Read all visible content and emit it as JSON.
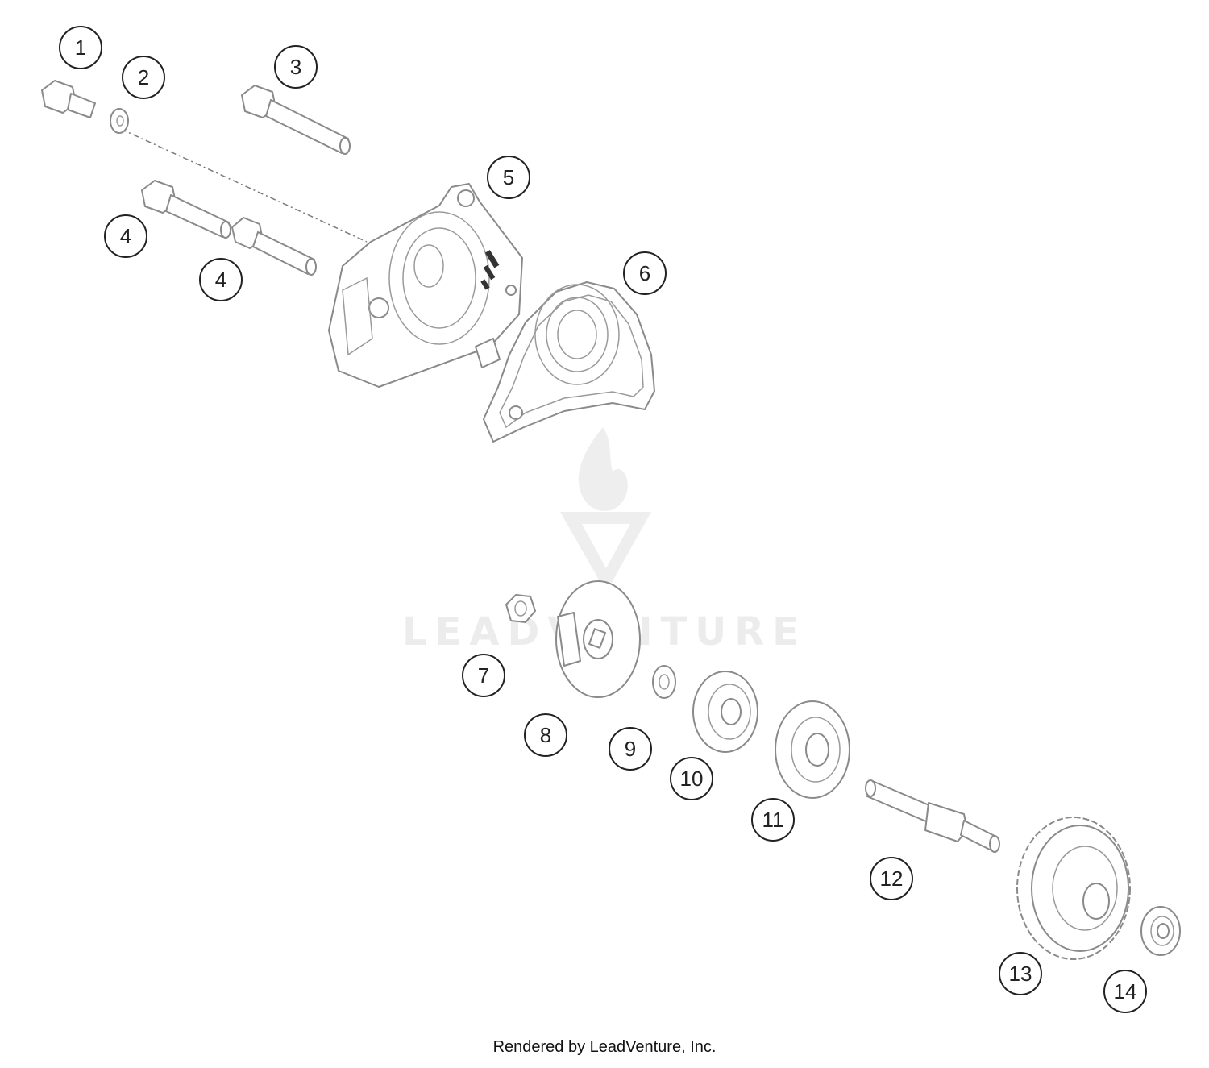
{
  "diagram": {
    "callouts": [
      {
        "label": "1"
      },
      {
        "label": "2"
      },
      {
        "label": "3"
      },
      {
        "label": "4"
      },
      {
        "label": "4"
      },
      {
        "label": "5"
      },
      {
        "label": "6"
      },
      {
        "label": "7"
      },
      {
        "label": "8"
      },
      {
        "label": "9"
      },
      {
        "label": "10"
      },
      {
        "label": "11"
      },
      {
        "label": "12"
      },
      {
        "label": "13"
      },
      {
        "label": "14"
      }
    ]
  },
  "watermark": {
    "text": "LEADVENTURE"
  },
  "footer": {
    "text": "Rendered by LeadVenture, Inc."
  },
  "colors": {
    "line": "#8a8a8a",
    "callout": "#222222",
    "watermark": "#ececec"
  }
}
